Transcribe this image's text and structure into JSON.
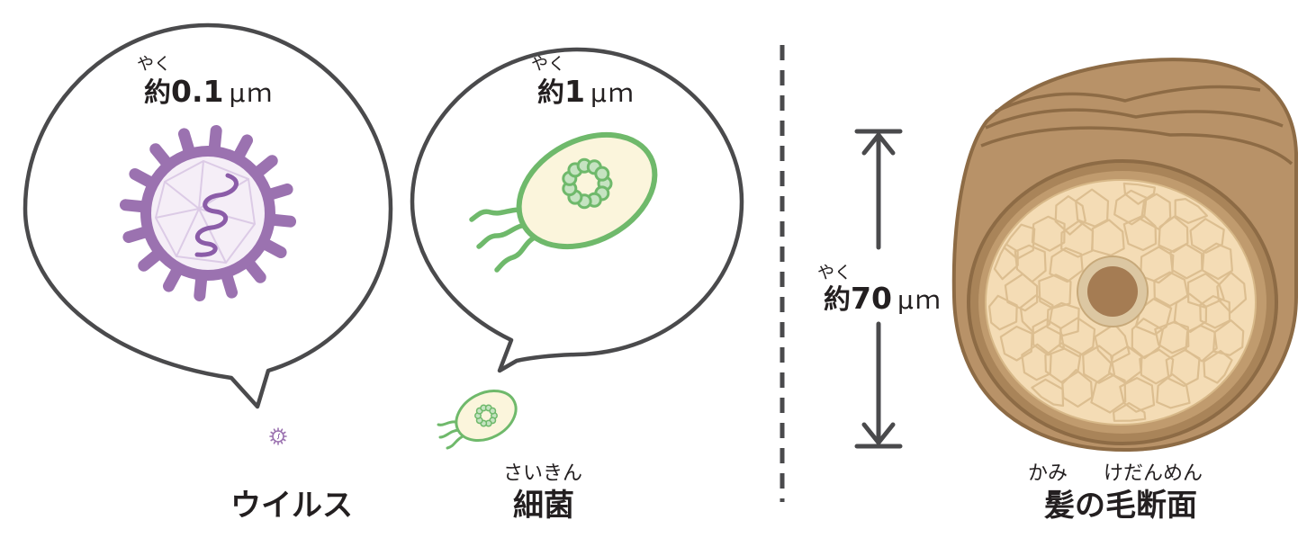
{
  "virus": {
    "ruby": "やく",
    "prefix": "約",
    "value": "0.1",
    "unit": "μｍ",
    "label": "ウイルス",
    "color": "#9b72b0"
  },
  "bacteria": {
    "ruby": "やく",
    "prefix": "約",
    "value": "1",
    "unit": "μｍ",
    "label_ruby": "さいきん",
    "label": "細菌",
    "color": "#6fb96b",
    "fill": "#fbf5dc"
  },
  "hair": {
    "ruby": "やく",
    "prefix": "約",
    "value": "70",
    "unit": "μｍ",
    "label_ruby_1": "かみ",
    "label_ruby_2": "けだんめん",
    "label": "髪の毛断面",
    "color_outer": "#b89268",
    "color_inner": "#f4dcb5",
    "color_core": "#a57c53"
  }
}
